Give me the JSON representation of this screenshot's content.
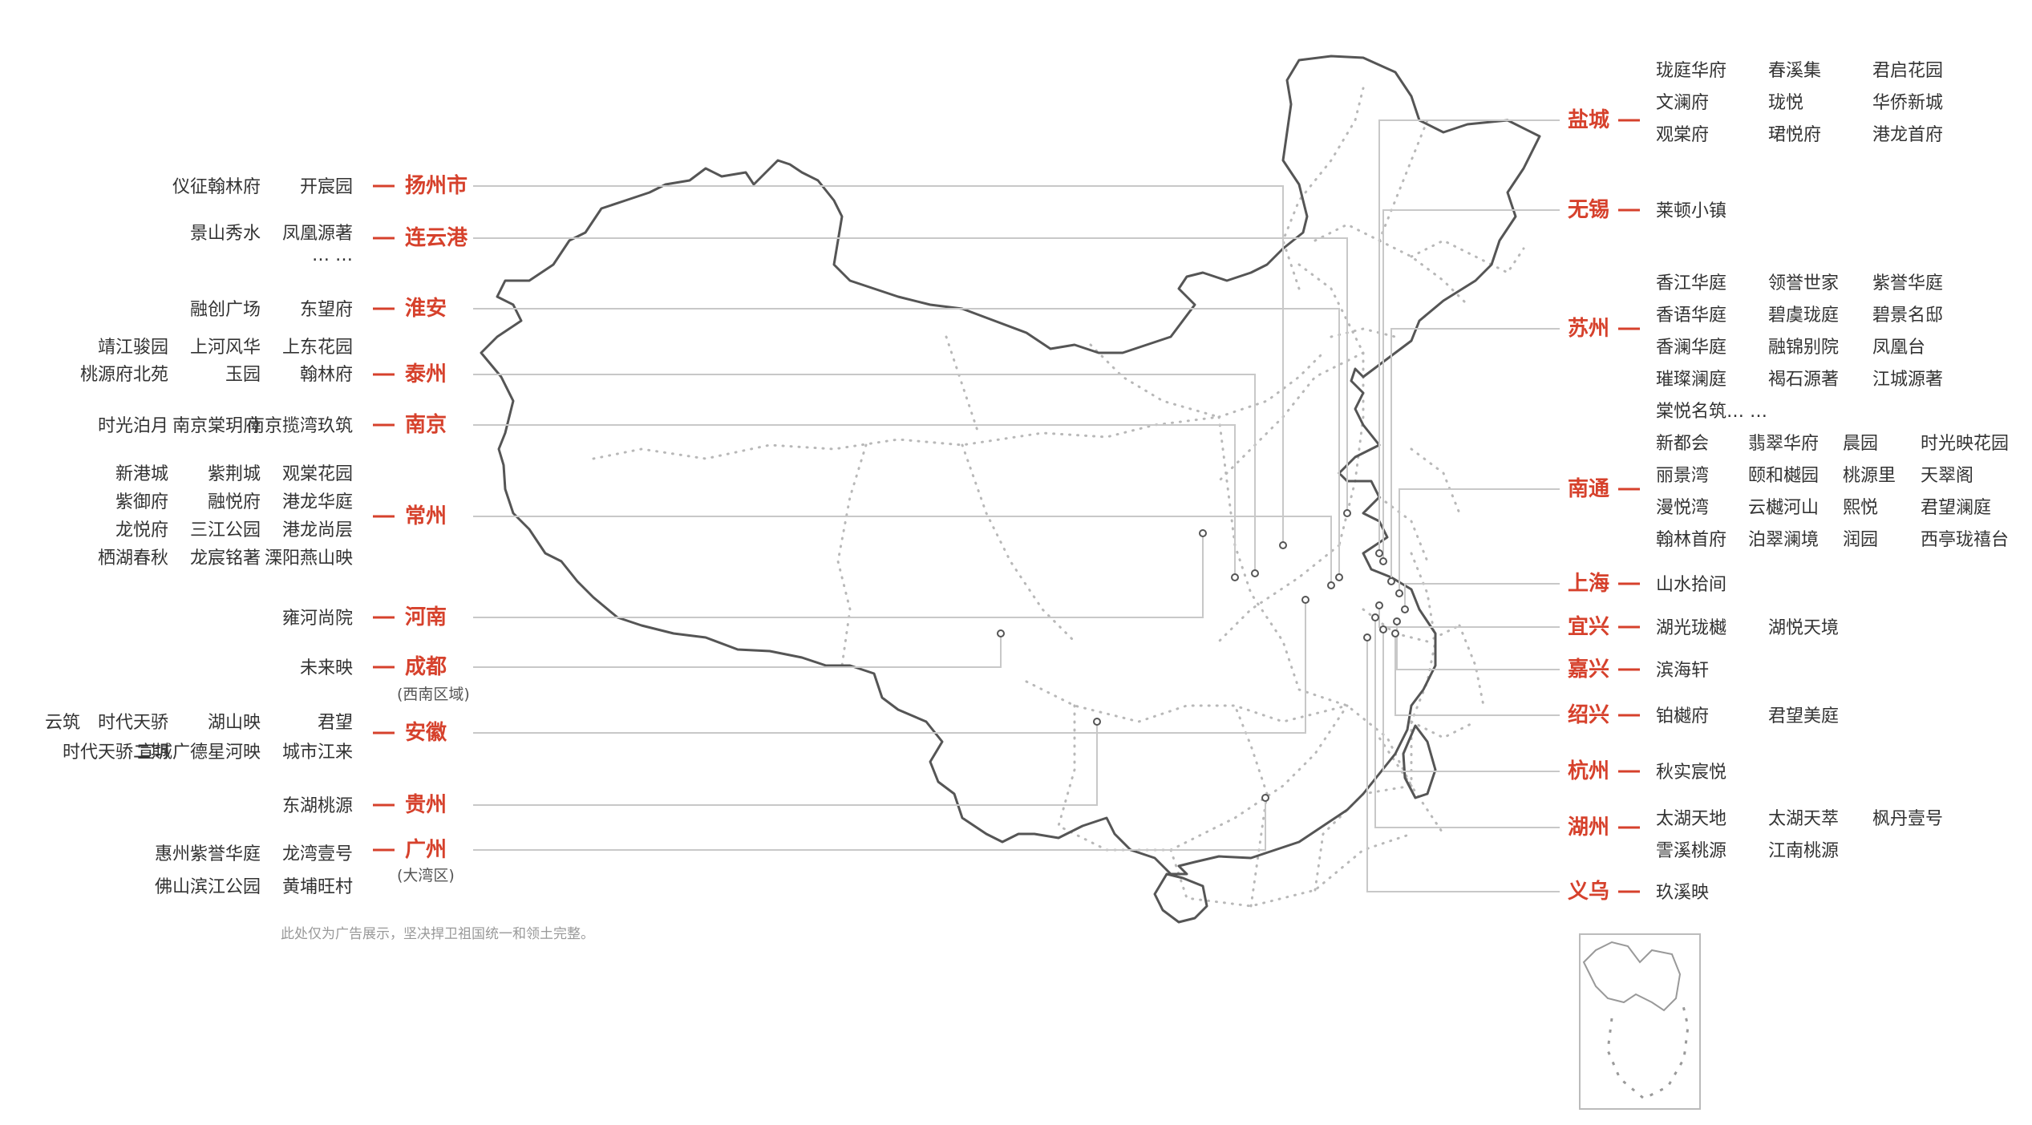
{
  "colors": {
    "accent": "#d6412c",
    "text": "#333333",
    "leader": "#c8c8c8",
    "outline": "#555555",
    "province_dots": "#b8b8b8"
  },
  "left_groups": [
    {
      "city": "扬州市",
      "rows": [
        [
          "仪征翰林府",
          "开宸园"
        ]
      ]
    },
    {
      "city": "连云港",
      "rows": [
        [
          "景山秀水",
          "凤凰源著"
        ],
        [
          "… …"
        ]
      ]
    },
    {
      "city": "淮安",
      "rows": [
        [
          "融创广场",
          "东望府"
        ]
      ]
    },
    {
      "city": "泰州",
      "rows": [
        [
          "靖江骏园",
          "上河风华",
          "上东花园"
        ],
        [
          "桃源府北苑",
          "玉园",
          "翰林府"
        ]
      ]
    },
    {
      "city": "南京",
      "rows": [
        [
          "时光泊月",
          "南京棠玥府",
          "南京揽湾玖筑"
        ]
      ]
    },
    {
      "city": "常州",
      "rows": [
        [
          "新港城",
          "紫荆城",
          "观棠花园"
        ],
        [
          "紫御府",
          "融悦府",
          "港龙华庭"
        ],
        [
          "龙悦府",
          "三江公园",
          "港龙尚层"
        ],
        [
          "栖湖春秋",
          "龙宸铭著",
          "溧阳燕山映"
        ]
      ]
    },
    {
      "city": "河南",
      "rows": [
        [
          "雍河尚院"
        ]
      ]
    },
    {
      "city": "成都",
      "note": "(西南区域)",
      "rows": [
        [
          "未来映"
        ]
      ]
    },
    {
      "city": "安徽",
      "rows": [
        [
          "云筑",
          "时代天骄",
          "湖山映",
          "君望"
        ],
        [
          "时代天骄二期",
          "宣城广德星河映",
          "城市江来"
        ]
      ]
    },
    {
      "city": "贵州",
      "rows": [
        [
          "东湖桃源"
        ]
      ]
    },
    {
      "city": "广州",
      "note": "(大湾区)",
      "rows": [
        [
          "惠州紫誉华庭",
          "龙湾壹号"
        ],
        [
          "佛山滨江公园",
          "黄埔旺村"
        ]
      ]
    }
  ],
  "right_groups": [
    {
      "city": "盐城",
      "rows": [
        [
          "珑庭华府",
          "春溪集",
          "君启花园"
        ],
        [
          "文澜府",
          "珑悦",
          "华侨新城"
        ],
        [
          "观棠府",
          "珺悦府",
          "港龙首府"
        ]
      ]
    },
    {
      "city": "无锡",
      "rows": [
        [
          "莱顿小镇"
        ]
      ]
    },
    {
      "city": "苏州",
      "rows": [
        [
          "香江华庭",
          "领誉世家",
          "紫誉华庭"
        ],
        [
          "香语华庭",
          "碧虞珑庭",
          "碧景名邸"
        ],
        [
          "香澜华庭",
          "融锦别院",
          "凤凰台"
        ],
        [
          "璀璨澜庭",
          "褐石源著",
          "江城源著"
        ],
        [
          "棠悦名筑… …"
        ]
      ]
    },
    {
      "city": "南通",
      "rows": [
        [
          "新都会",
          "翡翠华府",
          "晨园",
          "时光映花园"
        ],
        [
          "丽景湾",
          "颐和樾园",
          "桃源里",
          "天翠阁"
        ],
        [
          "漫悦湾",
          "云樾河山",
          "熙悦",
          "君望澜庭"
        ],
        [
          "翰林首府",
          "泊翠澜境",
          "润园",
          "西亭珑禧台"
        ]
      ]
    },
    {
      "city": "上海",
      "rows": [
        [
          "山水拾间"
        ]
      ]
    },
    {
      "city": "宜兴",
      "rows": [
        [
          "湖光珑樾",
          "湖悦天境"
        ]
      ]
    },
    {
      "city": "嘉兴",
      "rows": [
        [
          "滨海轩"
        ]
      ]
    },
    {
      "city": "绍兴",
      "rows": [
        [
          "铂樾府",
          "君望美庭"
        ]
      ]
    },
    {
      "city": "杭州",
      "rows": [
        [
          "秋实宸悦"
        ]
      ]
    },
    {
      "city": "湖州",
      "rows": [
        [
          "太湖天地",
          "太湖天萃",
          "枫丹壹号"
        ],
        [
          "霅溪桃源",
          "江南桃源"
        ]
      ]
    },
    {
      "city": "义乌",
      "rows": [
        [
          "玖溪映"
        ]
      ]
    }
  ],
  "disclaimer": "此处仅为广告展示，坚决捍卫祖国统一和领土完整。"
}
